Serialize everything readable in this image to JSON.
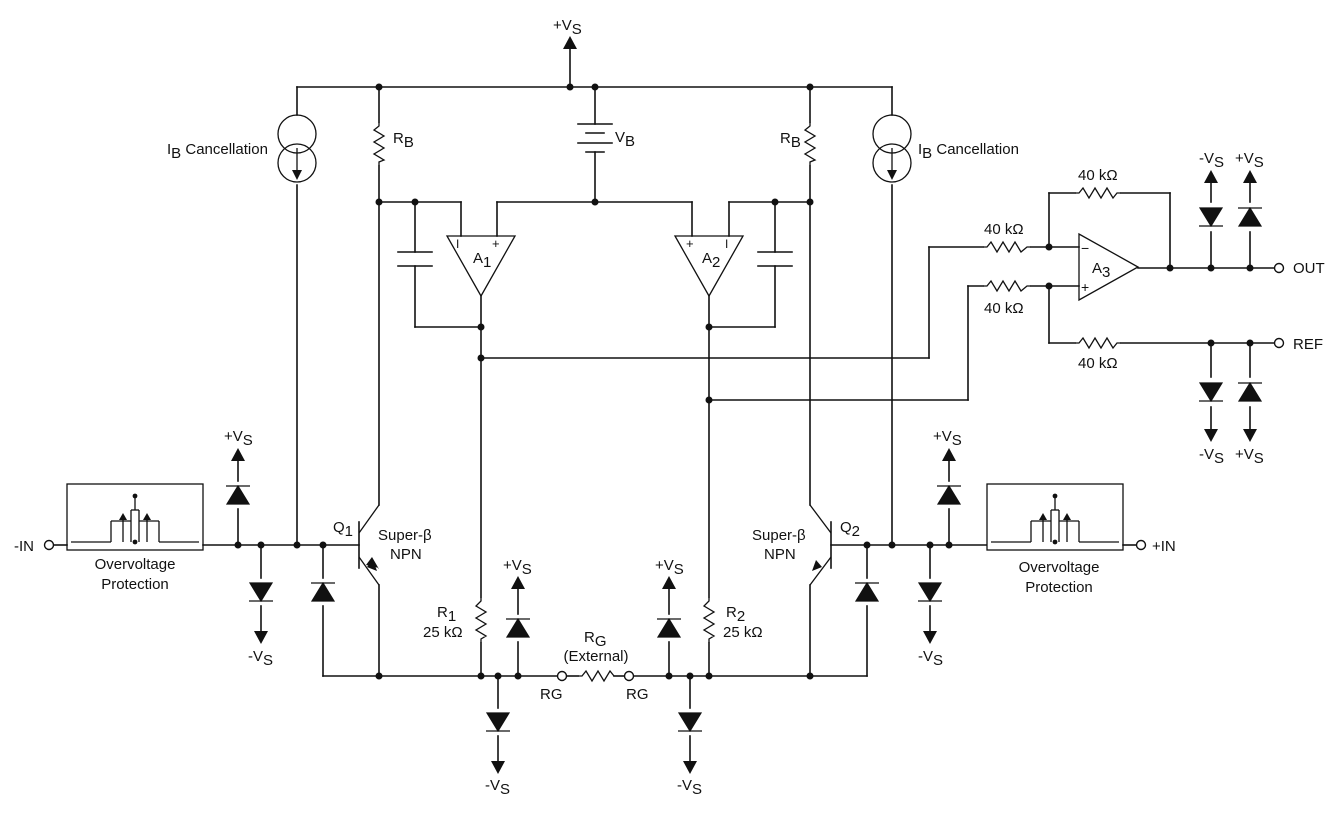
{
  "labels": {
    "vs_pos": "+V",
    "vs_neg": "-V",
    "vs_sub": "S",
    "vb": "V",
    "vb_sub": "B",
    "rb": "R",
    "rb_sub": "B",
    "ib_i": "I",
    "ib_sub": "B",
    "ib_text": " Cancellation",
    "a": "A",
    "a1_sub": "1",
    "a2_sub": "2",
    "a3_sub": "3",
    "minus": "−",
    "plus": "+",
    "i_mark": "I",
    "r40k": "40 kΩ",
    "out": "OUT",
    "ref": "REF",
    "in_neg": "-IN",
    "in_pos": "+IN",
    "ovp_line1": "Overvoltage",
    "ovp_line2": "Protection",
    "q": "Q",
    "q1_sub": "1",
    "q2_sub": "2",
    "superbeta": "Super-β",
    "npn": "NPN",
    "r": "R",
    "r1_sub": "1",
    "r2_sub": "2",
    "r25k": "25 kΩ",
    "rg": "R",
    "rg_sub": "G",
    "rg_external": "(External)",
    "rg_pin": "RG"
  },
  "colors": {
    "ink": "#111111",
    "background": "#ffffff"
  }
}
